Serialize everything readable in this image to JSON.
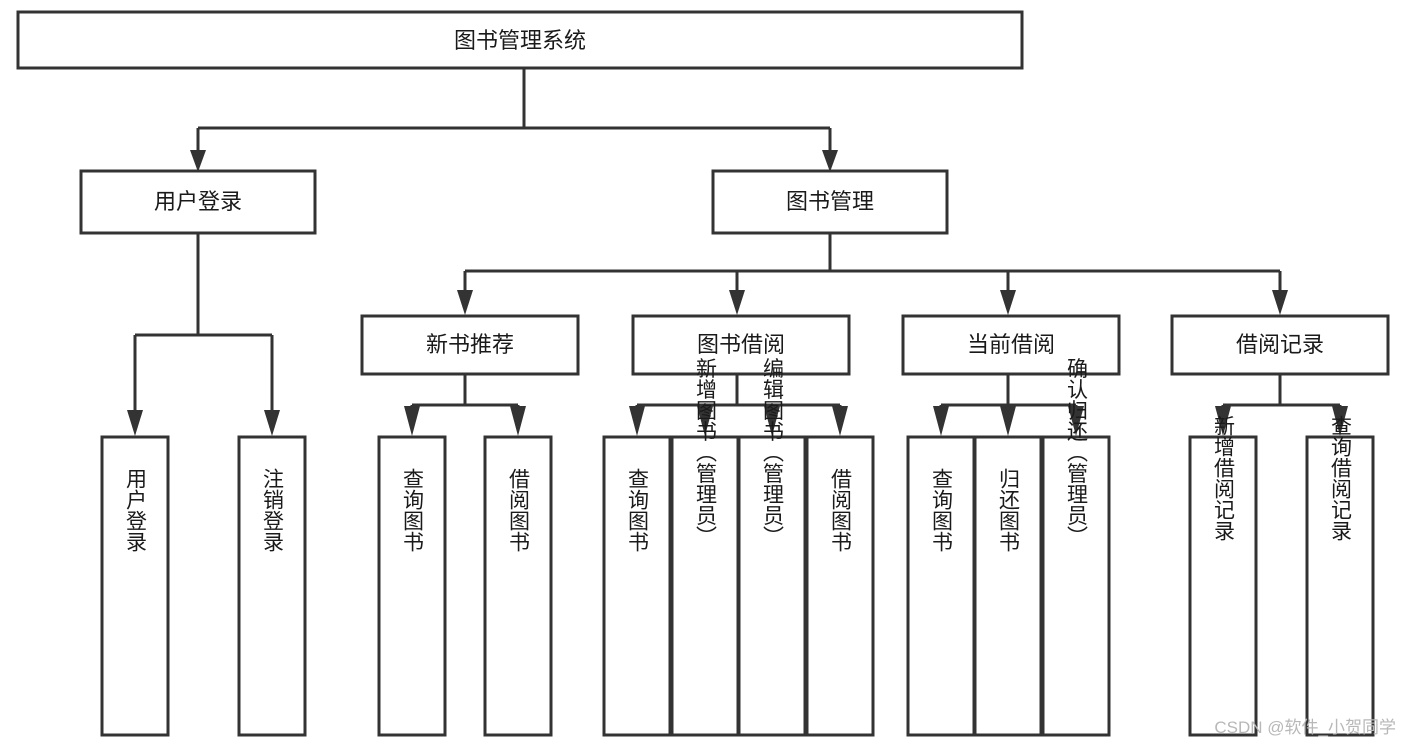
{
  "diagram": {
    "type": "hierarchy-tree",
    "orientation": "top-down",
    "root": {
      "id": "root",
      "label": "图书管理系统",
      "level": 0,
      "text_orientation": "horizontal"
    },
    "level1": [
      {
        "id": "user-login",
        "label": "用户登录",
        "level": 1,
        "text_orientation": "horizontal"
      },
      {
        "id": "book-manage",
        "label": "图书管理",
        "level": 1,
        "text_orientation": "horizontal"
      }
    ],
    "level2": [
      {
        "id": "new-book-rec",
        "label": "新书推荐",
        "level": 2,
        "parent": "book-manage",
        "text_orientation": "horizontal"
      },
      {
        "id": "book-borrow",
        "label": "图书借阅",
        "level": 2,
        "parent": "book-manage",
        "text_orientation": "horizontal"
      },
      {
        "id": "current-borrow",
        "label": "当前借阅",
        "level": 2,
        "parent": "book-manage",
        "text_orientation": "horizontal"
      },
      {
        "id": "borrow-record",
        "label": "借阅记录",
        "level": 2,
        "parent": "book-manage",
        "text_orientation": "horizontal"
      }
    ],
    "leaves": [
      {
        "id": "leaf-user-login",
        "parent": "user-login",
        "label": "用户登录",
        "text_orientation": "vertical"
      },
      {
        "id": "leaf-logout",
        "parent": "user-login",
        "label": "注销登录",
        "text_orientation": "vertical"
      },
      {
        "id": "leaf-query-book-1",
        "parent": "new-book-rec",
        "label": "查询图书",
        "text_orientation": "vertical"
      },
      {
        "id": "leaf-borrow-book-1",
        "parent": "new-book-rec",
        "label": "借阅图书",
        "text_orientation": "vertical"
      },
      {
        "id": "leaf-query-book-2",
        "parent": "book-borrow",
        "label": "查询图书",
        "text_orientation": "vertical"
      },
      {
        "id": "leaf-add-book",
        "parent": "book-borrow",
        "label": "新增图书（管理员）",
        "text_orientation": "vertical"
      },
      {
        "id": "leaf-edit-book",
        "parent": "book-borrow",
        "label": "编辑图书（管理员）",
        "text_orientation": "vertical"
      },
      {
        "id": "leaf-borrow-book-2",
        "parent": "book-borrow",
        "label": "借阅图书",
        "text_orientation": "vertical"
      },
      {
        "id": "leaf-query-book-3",
        "parent": "current-borrow",
        "label": "查询图书",
        "text_orientation": "vertical"
      },
      {
        "id": "leaf-return-book",
        "parent": "current-borrow",
        "label": "归还图书",
        "text_orientation": "vertical"
      },
      {
        "id": "leaf-confirm-return",
        "parent": "current-borrow",
        "label": "确认归还（管理员）",
        "text_orientation": "vertical"
      },
      {
        "id": "leaf-add-record",
        "parent": "borrow-record",
        "label": "新增借阅记录",
        "text_orientation": "vertical"
      },
      {
        "id": "leaf-query-record",
        "parent": "borrow-record",
        "label": "查询借阅记录",
        "text_orientation": "vertical"
      }
    ]
  },
  "watermark": {
    "text": "CSDN @软件_小贺同学"
  },
  "colors": {
    "background": "#ffffff",
    "box_fill": "#ffffff",
    "box_stroke": "#333333",
    "connector": "#333333",
    "text": "#1a1a1a",
    "watermark": "#b8b8b8"
  }
}
